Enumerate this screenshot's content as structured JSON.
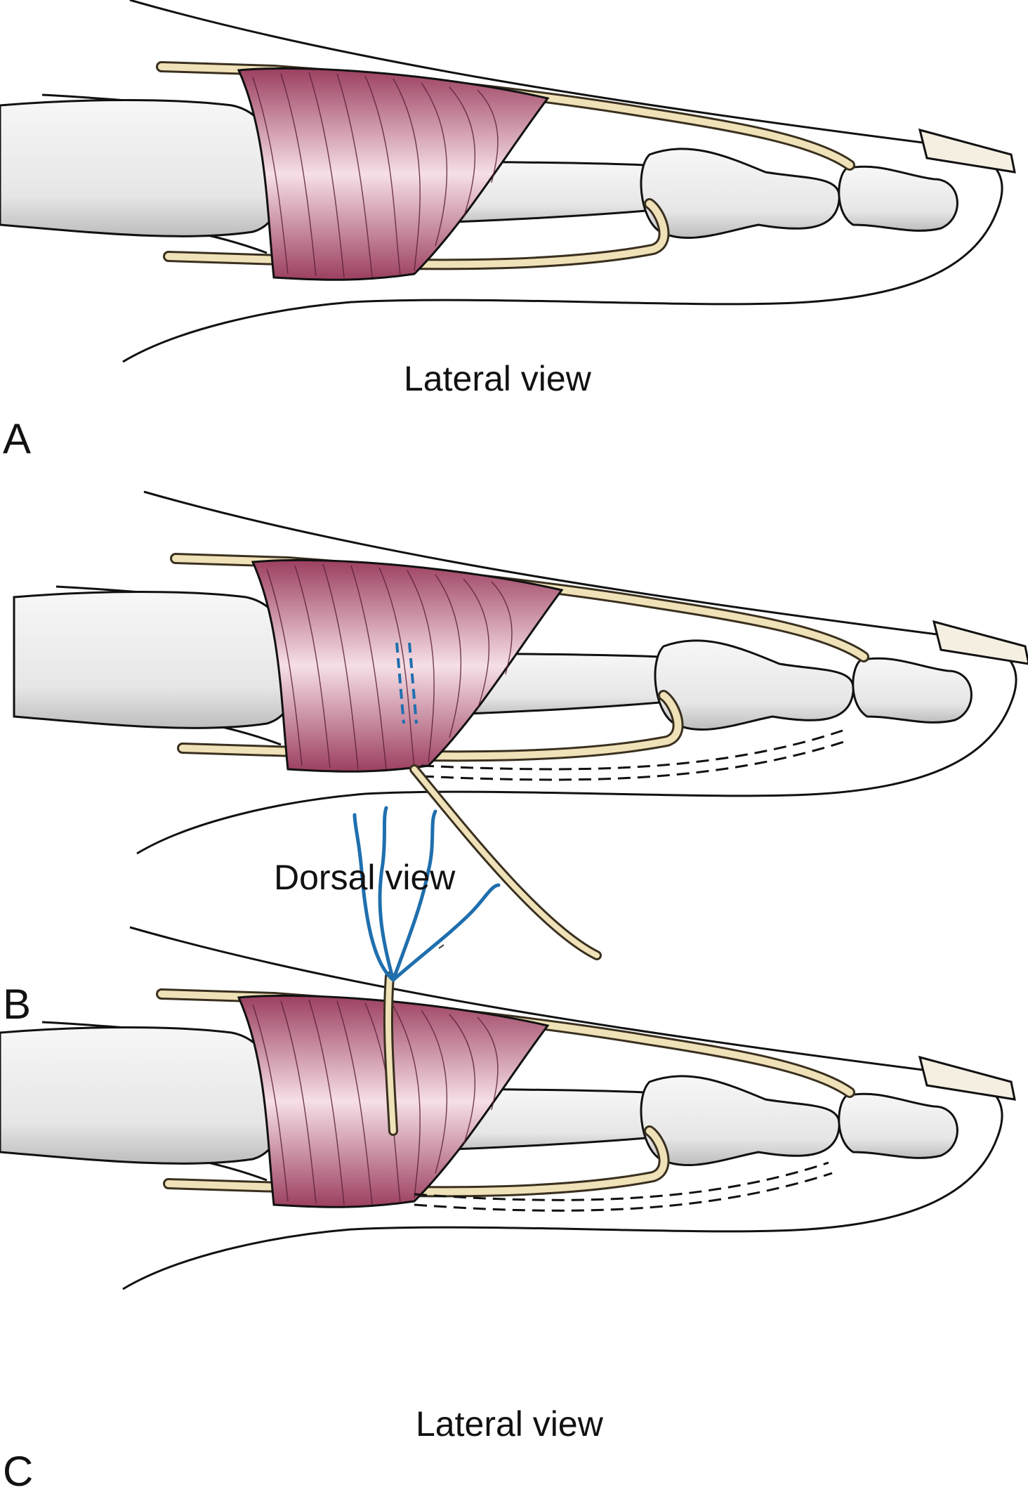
{
  "panels": [
    {
      "letter": "A",
      "view_label": "Lateral view"
    },
    {
      "letter": "B",
      "view_label": "Dorsal view"
    },
    {
      "letter": "C",
      "view_label": "Lateral view"
    }
  ],
  "colors": {
    "bone": "#ededed",
    "bone_shadow": "#c9c9c9",
    "tendon": "#f0e2b8",
    "tendon_edge": "#3a3020",
    "sheath_dark": "#9c3f60",
    "sheath_light": "#f6dfe6",
    "suture": "#1f6fae",
    "outline": "#111111",
    "nail": "#f4efe1"
  },
  "icons": {
    "suture": "suture-icon"
  }
}
